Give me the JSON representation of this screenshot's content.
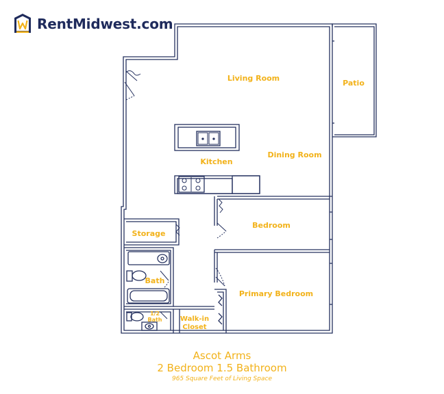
{
  "brand": {
    "name": "RentMidwest.com",
    "logo_icon": "house-w-icon",
    "colors": {
      "navy": "#1f2b5c",
      "gold": "#f2b21a",
      "wall": "#24305e"
    }
  },
  "rooms": {
    "living_room": "Living Room",
    "patio": "Patio",
    "kitchen": "Kitchen",
    "dining_room": "Dining Room",
    "storage": "Storage",
    "bedroom": "Bedroom",
    "bath": "Bath",
    "primary_bedroom": "Primary Bedroom",
    "half_bath_line1": "1/2",
    "half_bath_line2": "Bath",
    "walkin_line1": "Walk-in",
    "walkin_line2": "Closet"
  },
  "footer": {
    "property": "Ascot Arms",
    "unit_type": "2 Bedroom 1.5 Bathroom",
    "square_feet": "965 Square Feet of Living Space"
  }
}
